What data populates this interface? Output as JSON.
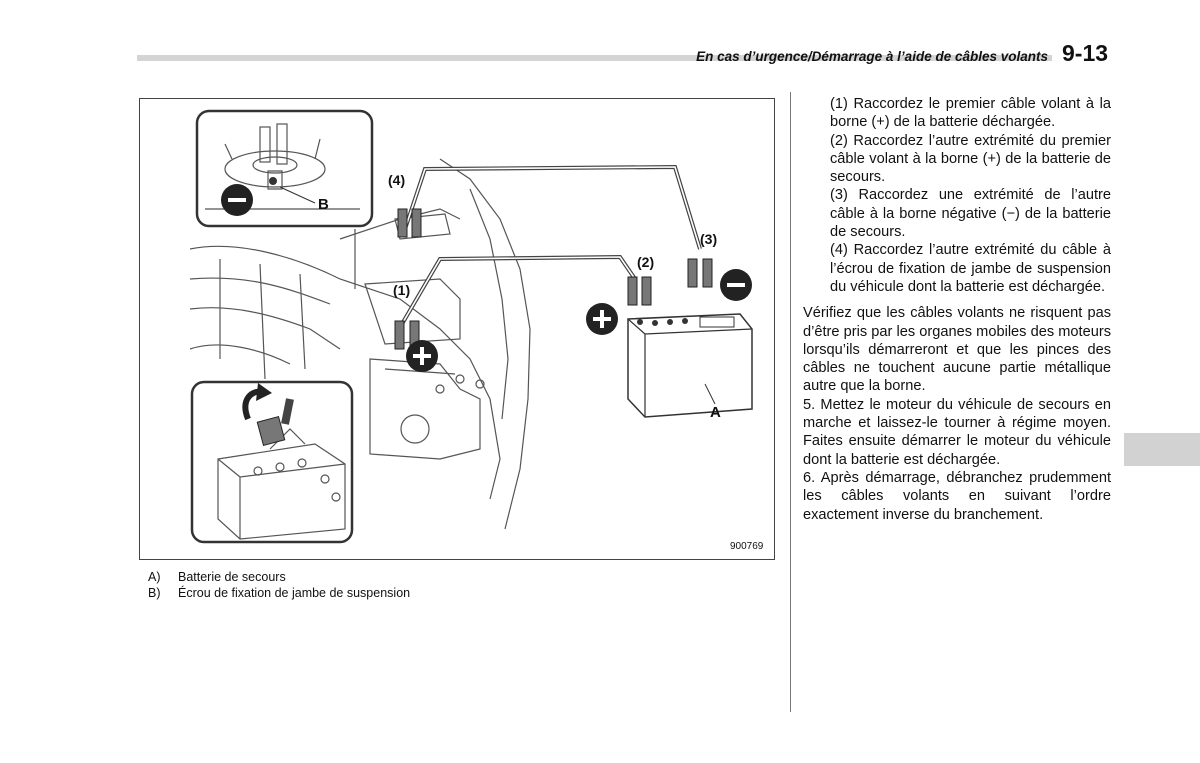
{
  "header": {
    "title": "En cas d’urgence/Démarrage à l’aide de câbles volants",
    "page_number": "9-13"
  },
  "figure": {
    "labels": {
      "cable_4": "(4)",
      "cable_1": "(1)",
      "cable_2": "(2)",
      "cable_3": "(3)",
      "label_a": "A",
      "label_b": "B",
      "code": "900769"
    },
    "captions": [
      {
        "key": "A)",
        "text": "Batterie de secours"
      },
      {
        "key": "B)",
        "text": "Écrou de fixation de jambe de suspen­sion"
      }
    ]
  },
  "steps": [
    "(1) Raccordez le premier câble volant à la borne (+) de la batterie déchargée.",
    "(2) Raccordez l’autre extrémité du premier câble volant à la borne (+) de la batterie de secours.",
    "(3) Raccordez une extrémité de l’au­tre câble à la borne négative (−) de la batterie de secours.",
    "(4) Raccordez l’autre extrémité du câble à l’écrou de fixation de jambe de suspension du véhicule dont la batterie est déchargée."
  ],
  "paragraphs": [
    "Vérifiez que les câbles volants ne risquent pas d’être pris par les organes mobiles des moteurs lorsqu’ils démarreront et que les pinces des câbles ne touchent aucune partie métallique autre que la borne.",
    "5. Mettez le moteur du véhicule de secours en marche et laissez-le tourner à régime moyen. Faites ensuite démarrer le moteur du véhicule dont la batterie est déchargée.",
    "6. Après démarrage, débranchez pru­demment les câbles volants en suivant l’ordre exactement inverse du branche­ment."
  ]
}
